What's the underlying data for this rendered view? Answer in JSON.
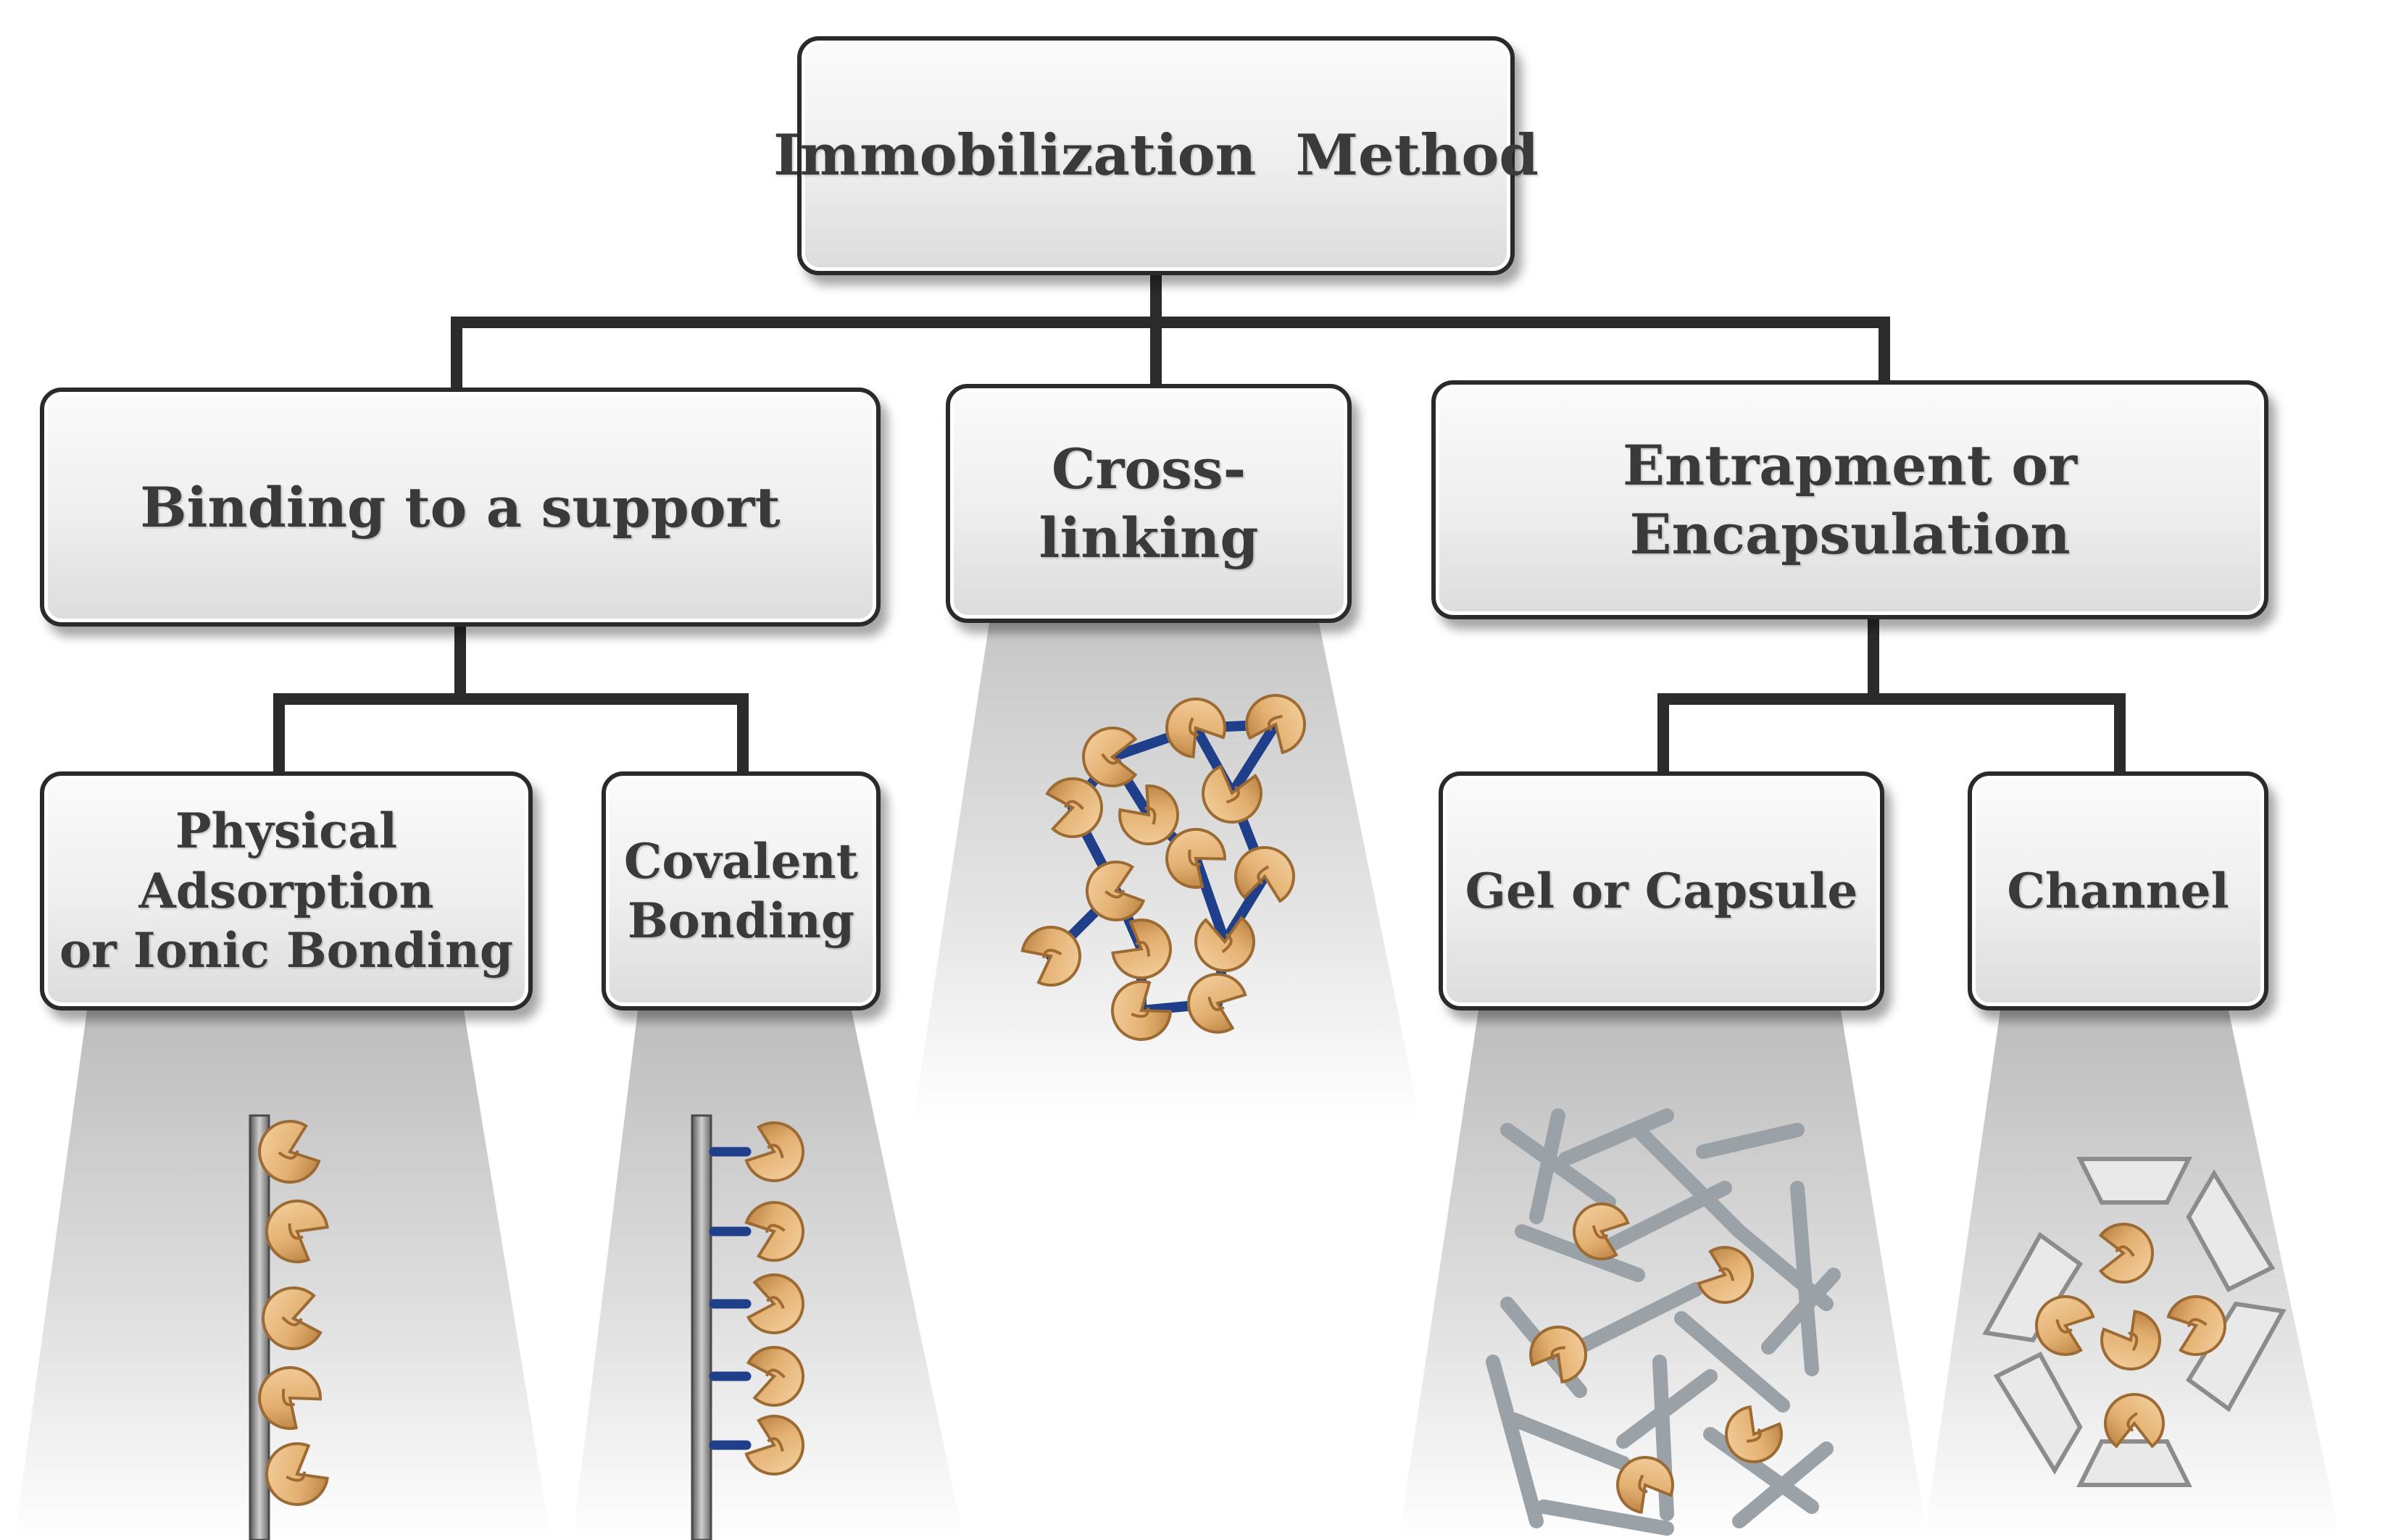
{
  "diagram": {
    "root": {
      "label": "Immobilization  Method"
    },
    "categories": [
      {
        "label": "Binding to a support"
      },
      {
        "label": "Cross-linking"
      },
      {
        "label": "Entrapment or Encapsulation"
      }
    ],
    "subtypes": [
      {
        "line1": "Physical Adsorption",
        "line2": "or Ionic Bonding"
      },
      {
        "line1": "Covalent",
        "line2": "Bonding"
      },
      {
        "line1": "Gel or Capsule"
      },
      {
        "line1": "Channel"
      }
    ],
    "colors": {
      "connector": "#2b2b2b",
      "enzyme": "#e3b071",
      "enzyme_dark": "#9c6a33",
      "linker": "#1f3f8a",
      "support": "#7c7c7c",
      "gel_fiber": "#9aa2a8"
    }
  }
}
